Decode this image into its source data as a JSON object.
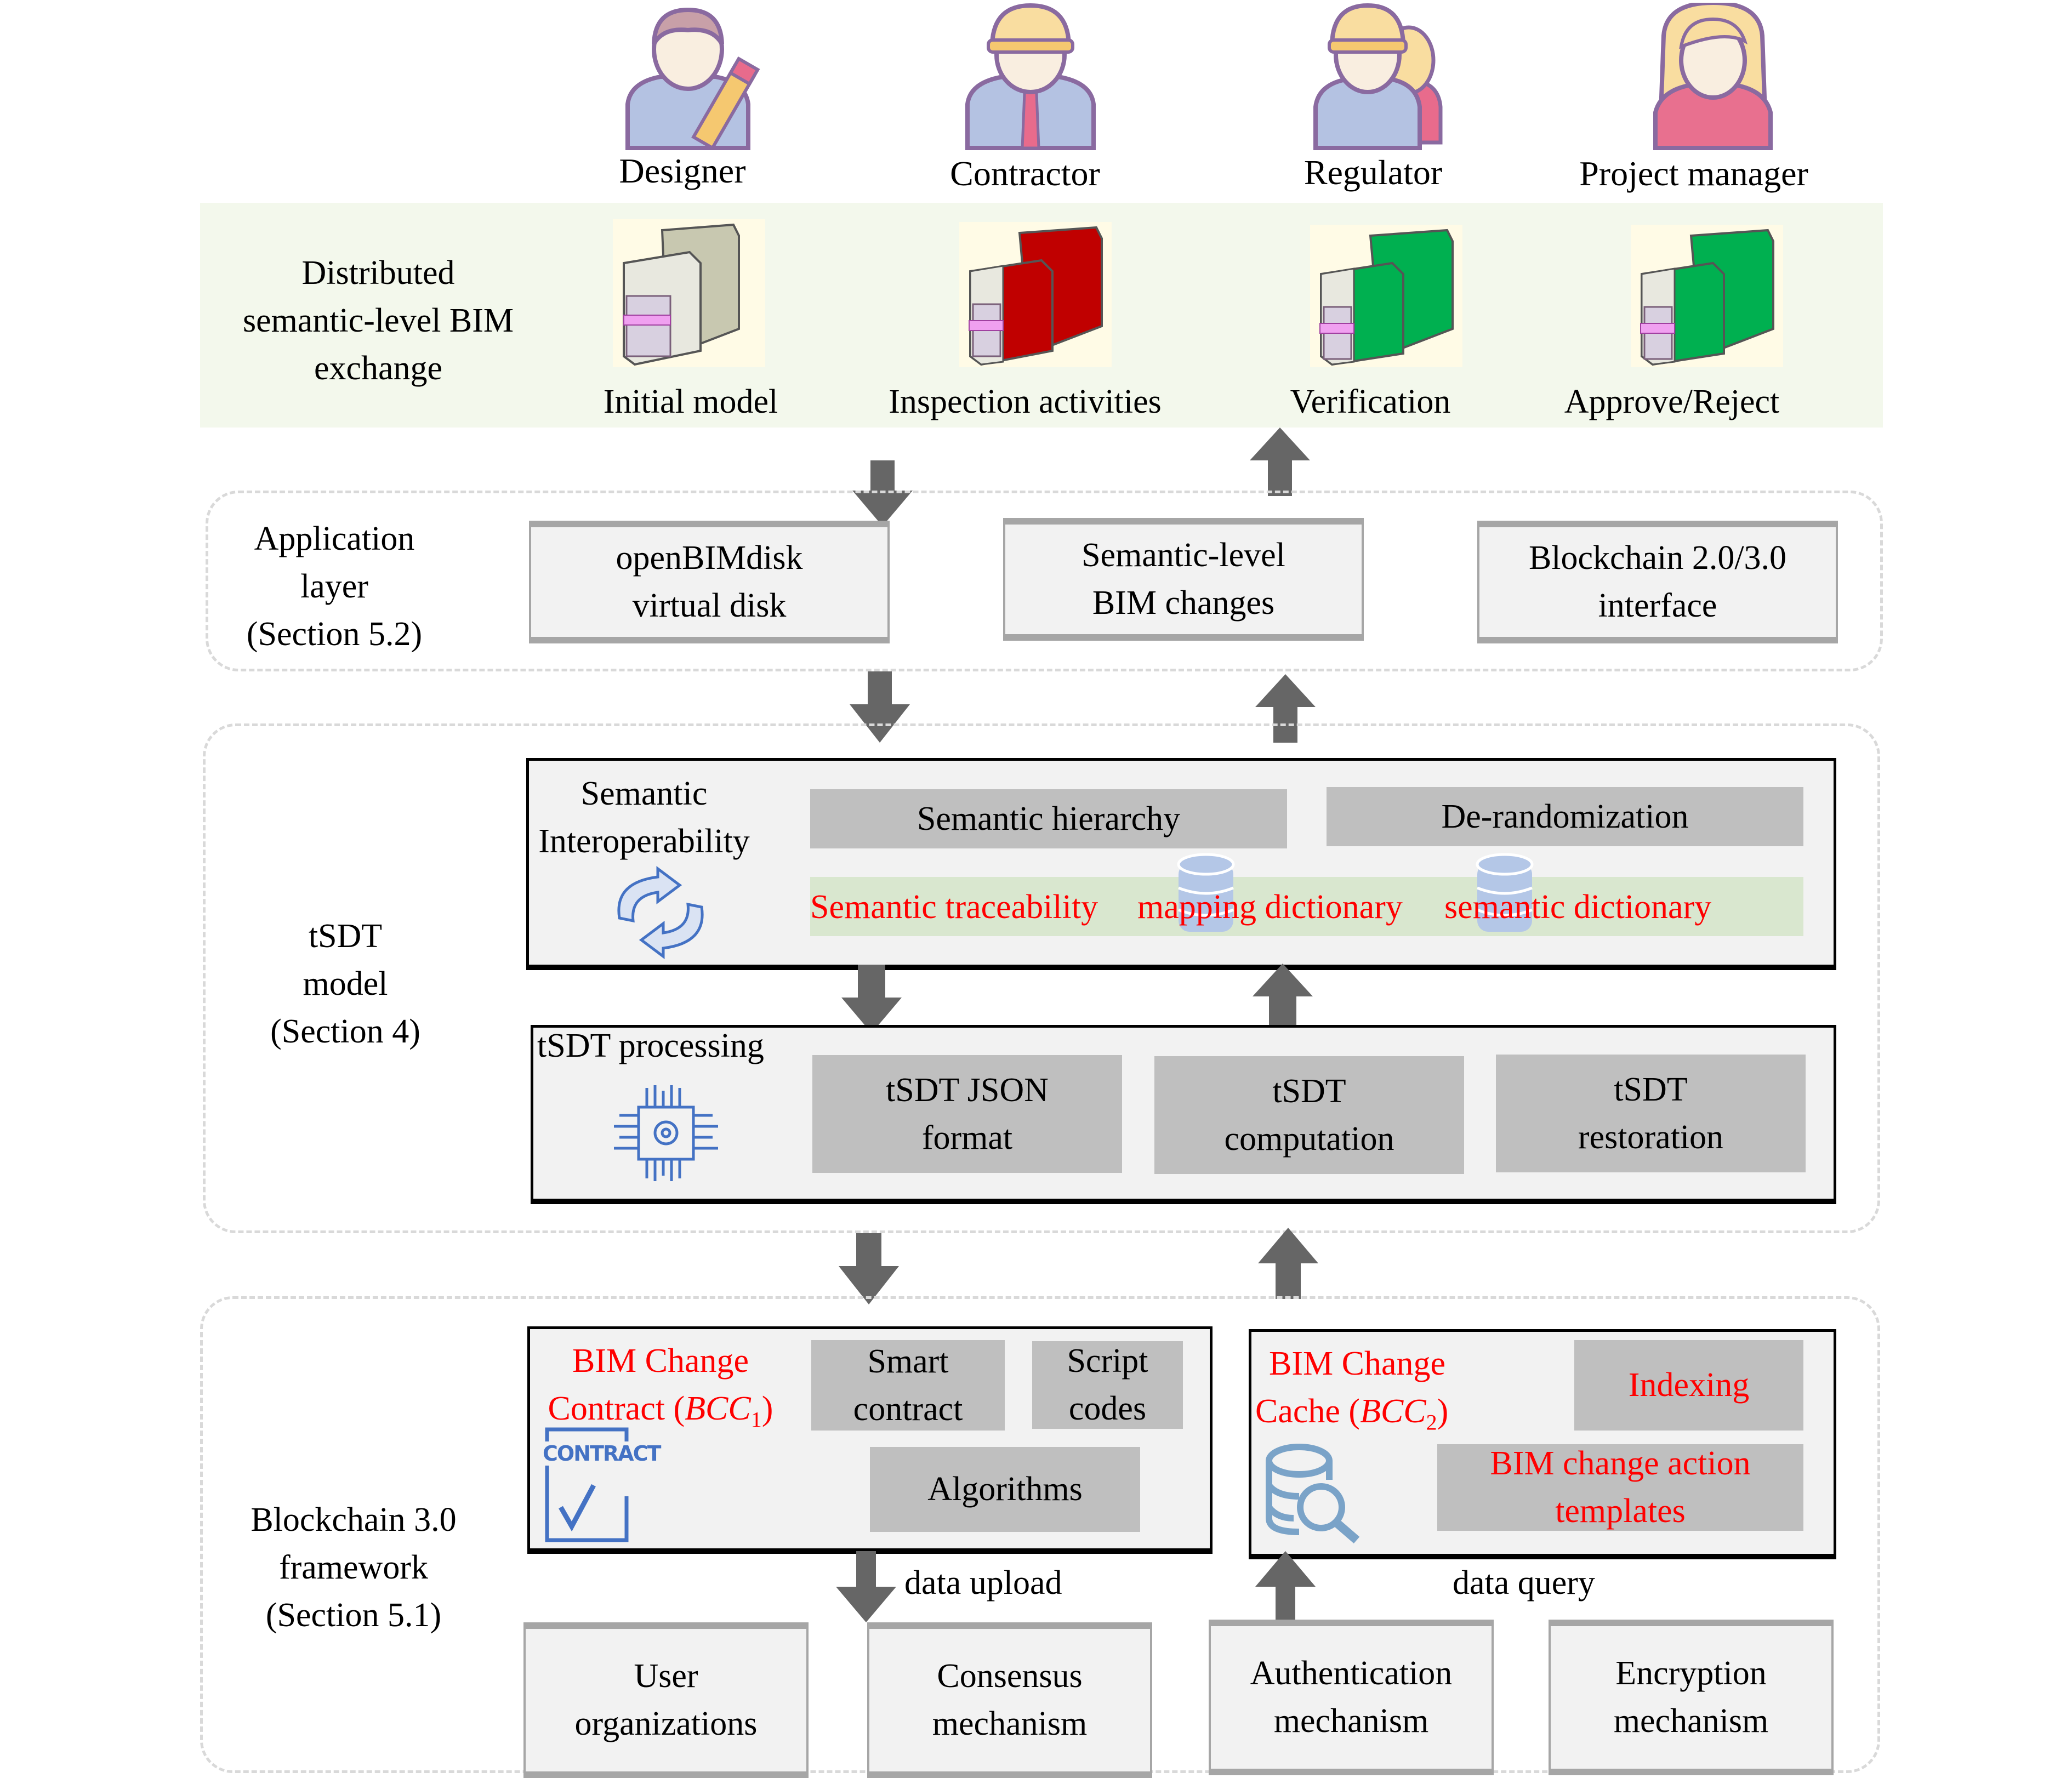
{
  "roles": [
    {
      "label": "Designer",
      "icon": "designer-icon"
    },
    {
      "label": "Contractor",
      "icon": "contractor-icon"
    },
    {
      "label": "Regulator",
      "icon": "regulator-icon"
    },
    {
      "label": "Project manager",
      "icon": "project-manager-icon"
    }
  ],
  "exchange": {
    "title_lines": [
      "Distributed",
      "semantic-level BIM",
      "exchange"
    ],
    "stages": [
      {
        "label": "Initial model",
        "highlight_color": "#c8c8b0"
      },
      {
        "label": "Inspection activities",
        "highlight_color": "#c00000"
      },
      {
        "label": "Verification",
        "highlight_color": "#00b050"
      },
      {
        "label": "Approve/Reject",
        "highlight_color": "#00b050"
      }
    ]
  },
  "application_layer": {
    "title_lines": [
      "Application",
      "layer",
      "(Section 5.2)"
    ],
    "boxes": [
      [
        "openBIMdisk",
        "virtual disk"
      ],
      [
        "Semantic-level",
        "BIM changes"
      ],
      [
        "Blockchain 2.0/3.0",
        "interface"
      ]
    ]
  },
  "tsdt_model": {
    "title_lines": [
      "tSDT",
      "model",
      "(Section 4)"
    ],
    "interoperability": {
      "title_lines": [
        "Semantic",
        "Interoperability"
      ],
      "boxes": [
        "Semantic hierarchy",
        "De-randomization"
      ],
      "red_items": [
        "Semantic traceability",
        "mapping dictionary",
        "semantic dictionary"
      ]
    },
    "processing": {
      "title": "tSDT processing",
      "boxes": [
        [
          "tSDT JSON",
          "format"
        ],
        [
          "tSDT",
          "computation"
        ],
        [
          "tSDT",
          "restoration"
        ]
      ]
    }
  },
  "blockchain": {
    "title_lines": [
      "Blockchain 3.0",
      "framework",
      "(Section 5.1)"
    ],
    "contract": {
      "title_line1": "BIM Change",
      "title_line2": "Contract (",
      "abbr": "BCC",
      "sub": "1",
      "close": ")",
      "icon_text": "CONTRACT",
      "boxes": [
        [
          "Smart",
          "contract"
        ],
        [
          "Script",
          "codes"
        ],
        [
          "Algorithms"
        ]
      ]
    },
    "cache": {
      "title_line1": "BIM Change",
      "title_line2": "Cache (",
      "abbr": "BCC",
      "sub": "2",
      "close": ")",
      "boxes": [
        [
          "Indexing"
        ],
        [
          "BIM change action",
          "templates"
        ]
      ]
    },
    "upload_label": "data upload",
    "query_label": "data query",
    "bottom_boxes": [
      [
        "User",
        "organizations"
      ],
      [
        "Consensus",
        "mechanism"
      ],
      [
        "Authentication",
        "mechanism"
      ],
      [
        "Encryption",
        "mechanism"
      ]
    ]
  }
}
